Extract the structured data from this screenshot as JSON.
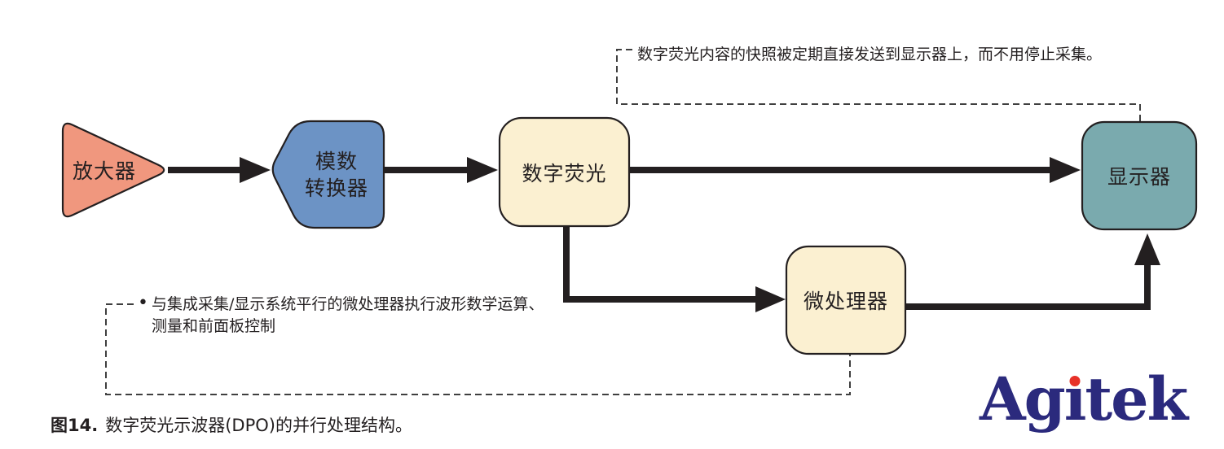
{
  "figure": {
    "caption": {
      "prefix": "图14.",
      "rest": "数字荧光示波器(DPO)的并行处理结构。"
    }
  },
  "nodes": {
    "amplifier": {
      "label": "放大器",
      "fill": "#f0977e"
    },
    "adc": {
      "line1": "模数",
      "line2": "转换器",
      "fill": "#6c93c5"
    },
    "digital_phosphor": {
      "label": "数字荧光",
      "fill": "#fbf0d1"
    },
    "microprocessor": {
      "label": "微处理器",
      "fill": "#fbf0d1"
    },
    "display": {
      "label": "显示器",
      "fill": "#7aaaae"
    }
  },
  "annotations": {
    "top": {
      "text": "数字荧光内容的快照被定期直接发送到显示器上，而不用停止采集。"
    },
    "left": {
      "bullet": "•",
      "line1": "与集成采集/显示系统平行的微处理器执行波形数学运算、",
      "line2": "测量和前面板控制"
    }
  },
  "logo": {
    "brand": "Agitek",
    "left": "Ag",
    "dotless_i": "ı",
    "right": "tek",
    "color": "#2b2a7d",
    "dot_color": "#e73128"
  },
  "colors": {
    "outline": "#231f20",
    "arrow": "#231f20",
    "leader": "#3f3f3f"
  }
}
